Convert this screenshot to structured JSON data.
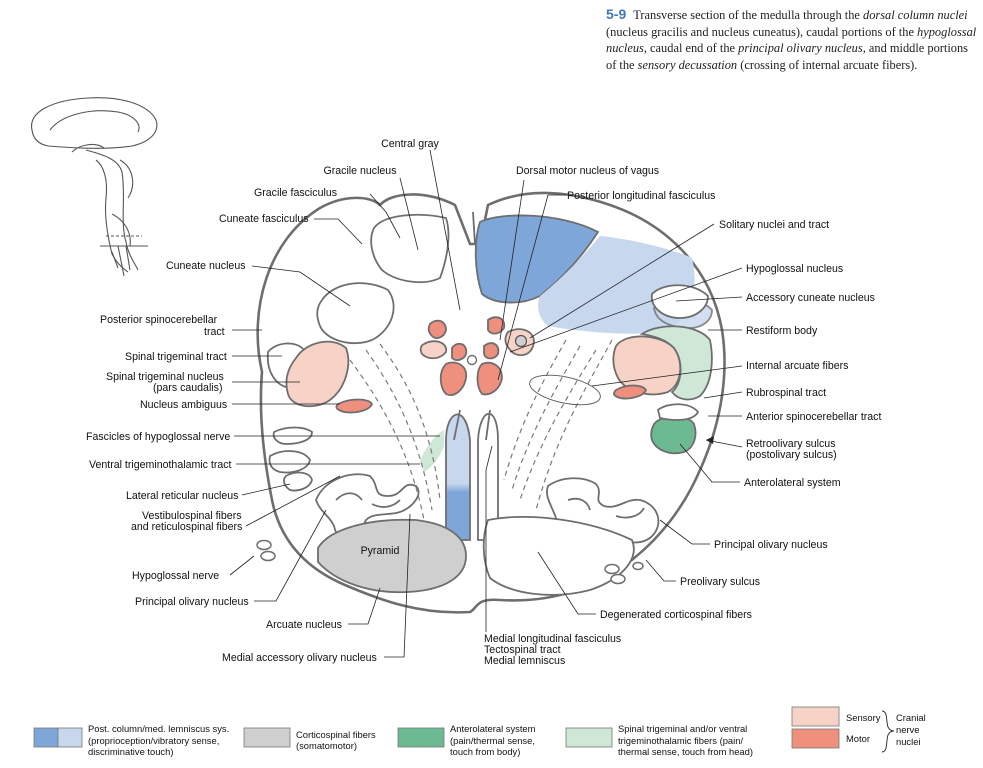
{
  "caption": {
    "figure_number": "5-9",
    "text_1": "Transverse section of the medulla through the ",
    "italic_1": "dorsal column nuclei",
    "text_2": " (nucleus gracilis and nucleus cuneatus), caudal portions of the ",
    "italic_2": "hypoglossal nucleus,",
    "text_3": " caudal end of the ",
    "italic_3": "principal olivary nucleus,",
    "text_4": " and middle portions of the ",
    "italic_4": "sensory decussation",
    "text_5": " (crossing of internal arcuate fibers)."
  },
  "labels": {
    "central_gray": "Central gray",
    "gracile_nucleus": "Gracile nucleus",
    "gracile_fasciculus": "Gracile fasciculus",
    "cuneate_fasciculus": "Cuneate fasciculus",
    "cuneate_nucleus": "Cuneate nucleus",
    "posterior_spinocerebellar_1": "Posterior spinocerebellar",
    "posterior_spinocerebellar_2": "tract",
    "spinal_trigeminal_tract": "Spinal trigeminal tract",
    "spinal_trigeminal_nucleus_1": "Spinal trigeminal nucleus",
    "spinal_trigeminal_nucleus_2": "(pars caudalis)",
    "nucleus_ambiguus": "Nucleus ambiguus",
    "fascicles_hypoglossal": "Fascicles of hypoglossal nerve",
    "ventral_trigeminothalamic": "Ventral trigeminothalamic tract",
    "lateral_reticular": "Lateral reticular nucleus",
    "vestibulospinal_1": "Vestibulospinal fibers",
    "vestibulospinal_2": "and reticulospinal fibers",
    "pyramid": "Pyramid",
    "hypoglossal_nerve": "Hypoglossal nerve",
    "principal_olivary_left": "Principal olivary nucleus",
    "arcuate_nucleus": "Arcuate nucleus",
    "medial_accessory_olivary": "Medial accessory olivary nucleus",
    "medial_long_fasciculus": "Medial longitudinal fasciculus",
    "tectospinal_tract": "Tectospinal tract",
    "medial_lemniscus": "Medial lemniscus",
    "dorsal_motor_vagus": "Dorsal motor nucleus of vagus",
    "posterior_long_fasciculus": "Posterior longitudinal fasciculus",
    "solitary_nuclei": "Solitary nuclei and tract",
    "hypoglossal_nucleus": "Hypoglossal nucleus",
    "accessory_cuneate": "Accessory cuneate nucleus",
    "restiform_body": "Restiform body",
    "internal_arcuate": "Internal arcuate fibers",
    "rubrospinal": "Rubrospinal tract",
    "anterior_spinocerebellar": "Anterior spinocerebellar tract",
    "retroolivary_1": "Retroolivary sulcus",
    "retroolivary_2": "(postolivary sulcus)",
    "anterolateral_system": "Anterolateral system",
    "principal_olivary_right": "Principal olivary nucleus",
    "preolivary_sulcus": "Preolivary sulcus",
    "degenerated_corticospinal": "Degenerated corticospinal fibers"
  },
  "legend": {
    "postcol_1": "Post. column/med. lemniscus sys.",
    "postcol_2": "(proprioception/vibratory sense,",
    "postcol_3": "discriminative touch)",
    "cortico_1": "Corticospinal fibers",
    "cortico_2": "(somatomotor)",
    "antero_1": "Anterolateral system",
    "antero_2": "(pain/thermal sense,",
    "antero_3": "touch from body)",
    "spinal_1": "Spinal trigeminal and/or ventral",
    "spinal_2": "trigeminothalamic fibers (pain/",
    "spinal_3": "thermal sense, touch from head)",
    "sensory": "Sensory",
    "motor": "Motor",
    "cranial_1": "Cranial",
    "cranial_2": "nerve",
    "cranial_3": "nuclei"
  },
  "colors": {
    "post_column_dark": "#7fa6d9",
    "post_column_light": "#c7d7ee",
    "corticospinal": "#cfcfcf",
    "anterolateral": "#6cba92",
    "spinal_trigeminal": "#cfe7d6",
    "sensory": "#f7d2c6",
    "motor": "#ef8f7e"
  }
}
